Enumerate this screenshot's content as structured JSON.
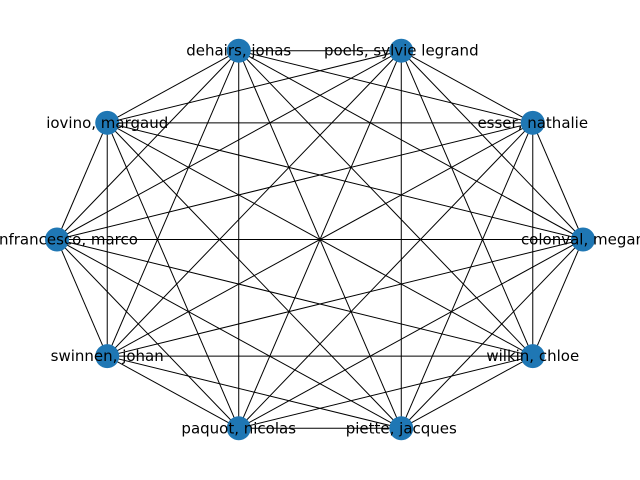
{
  "graph": {
    "layout": "circular",
    "complete_graph": true,
    "node_color": "#1f77b4",
    "edge_color": "#000000",
    "nodes": [
      {
        "id": "colonval",
        "label": "colonval, megan"
      },
      {
        "id": "esser",
        "label": "esser, nathalie"
      },
      {
        "id": "poels",
        "label": "poels, sylvie legrand"
      },
      {
        "id": "dehairs",
        "label": "dehairs, jonas"
      },
      {
        "id": "iovino",
        "label": "iovino, margaud"
      },
      {
        "id": "gianfrancesco",
        "label": "gianfrancesco, marco"
      },
      {
        "id": "swinnen",
        "label": "swinnen, johan"
      },
      {
        "id": "paquot",
        "label": "paquot, nicolas"
      },
      {
        "id": "piette",
        "label": "piette, jacques"
      },
      {
        "id": "wilkin",
        "label": "wilkin, chloe"
      }
    ]
  }
}
